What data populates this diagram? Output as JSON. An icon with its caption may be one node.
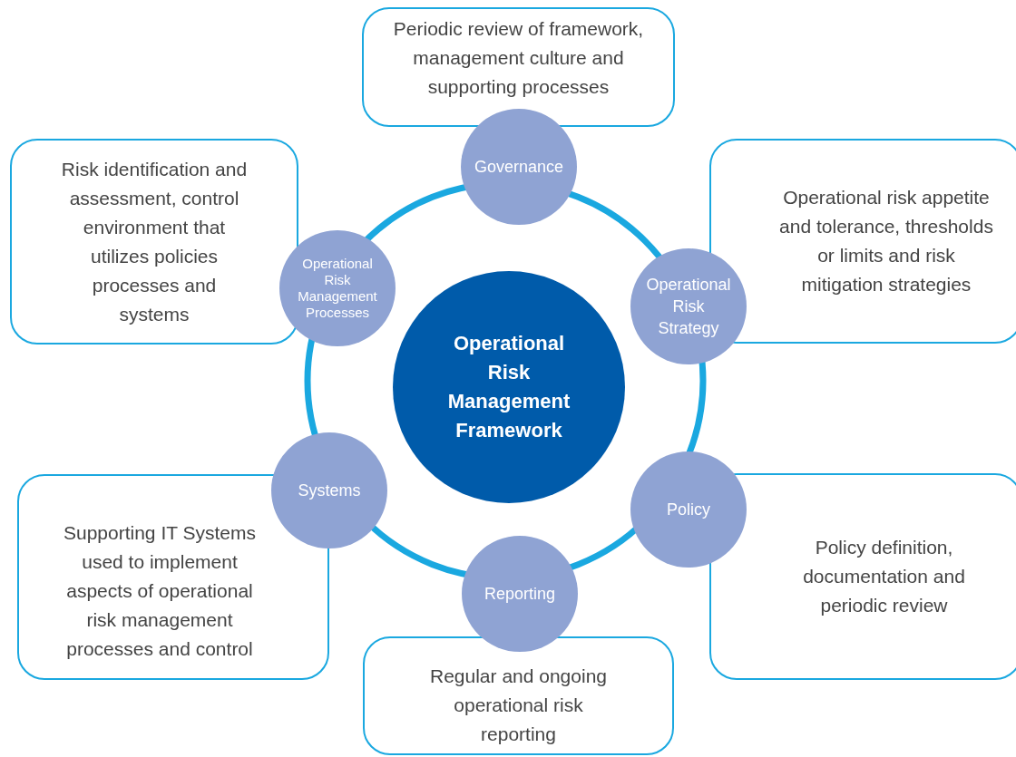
{
  "diagram": {
    "nodes": [
      {
        "text": [
          "Operational Risk Management Framework"
        ]
      },
      {
        "text": [
          "Periodic review of framework, management culture and supporting processes"
        ]
      },
      {
        "text": [
          "Governance"
        ]
      },
      {
        "text": [
          "Risk identification and assessment, control environment that utilizes policies processes and systems"
        ]
      },
      {
        "text": [
          "Operational Risk Management Processes"
        ]
      },
      {
        "text": [
          "Operational risk appetite and tolerance, thresholds or limits and risk mitigation strategies"
        ]
      },
      {
        "text": [
          "Operational Risk Strategy"
        ]
      },
      {
        "text": [
          "Supporting IT Systems used to implement aspects of operational risk management processes and control"
        ]
      },
      {
        "text": [
          "Systems"
        ]
      },
      {
        "text": [
          "Policy definition, documentation and periodic review"
        ]
      },
      {
        "text": [
          "Policy"
        ]
      },
      {
        "text": [
          "Regular and ongoing operational risk reporting"
        ]
      },
      {
        "text": [
          "Reporting"
        ]
      }
    ]
  }
}
